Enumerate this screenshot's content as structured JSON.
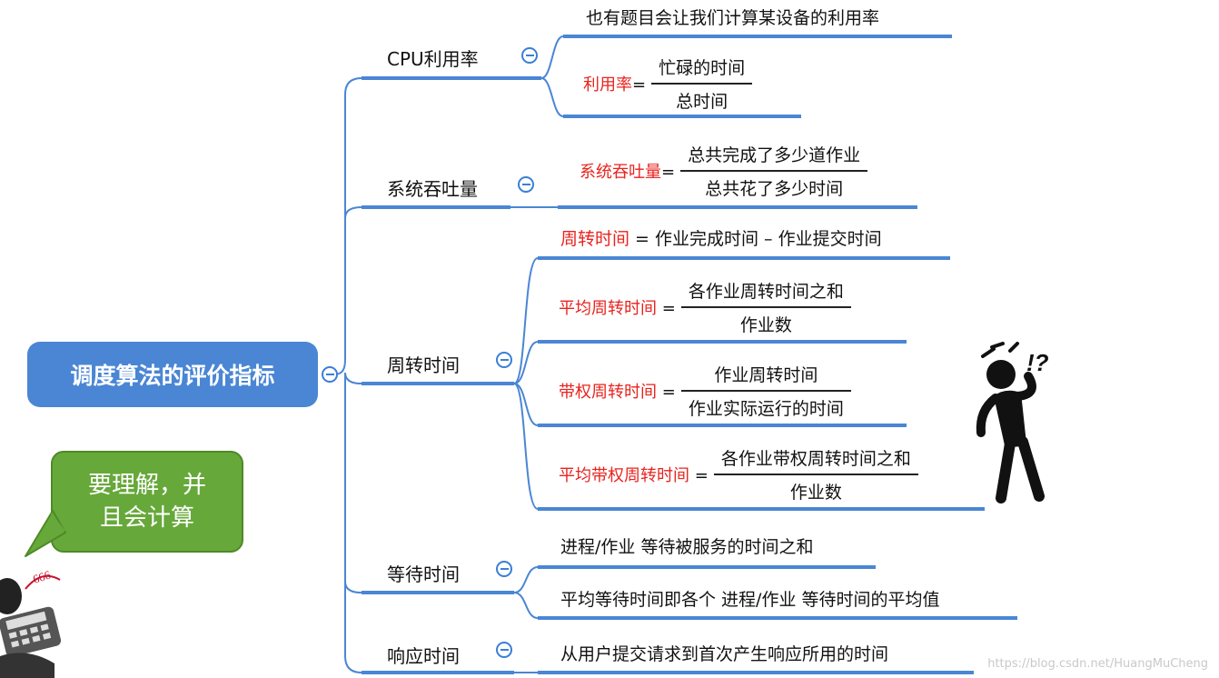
{
  "root": {
    "title": "调度算法的评价指标"
  },
  "branches": [
    {
      "id": "cpu",
      "label": "CPU利用率"
    },
    {
      "id": "throughput",
      "label": "系统吞吐量"
    },
    {
      "id": "turnaround",
      "label": "周转时间"
    },
    {
      "id": "waiting",
      "label": "等待时间"
    },
    {
      "id": "response",
      "label": "响应时间"
    }
  ],
  "cpu": {
    "note": "也有题目会让我们计算某设备的利用率",
    "formula": {
      "label": "利用率",
      "eq": "=",
      "numerator": "忙碌的时间",
      "denominator": "总时间"
    }
  },
  "throughput": {
    "formula": {
      "label": "系统吞吐量",
      "eq": "=",
      "numerator": "总共完成了多少道作业",
      "denominator": "总共花了多少时间"
    }
  },
  "turnaround": {
    "definition": {
      "label": "周转时间",
      "rest": " = 作业完成时间 – 作业提交时间"
    },
    "avg": {
      "label": "平均周转时间",
      "eq": " =",
      "numerator": "各作业周转时间之和",
      "denominator": "作业数"
    },
    "weighted": {
      "label": "带权周转时间",
      "eq": " =",
      "numerator": "作业周转时间",
      "denominator": "作业实际运行的时间"
    },
    "avg_weighted": {
      "label": "平均带权周转时间",
      "eq": " =",
      "numerator": "各作业带权周转时间之和",
      "denominator": "作业数"
    }
  },
  "waiting": {
    "items": [
      "进程/作业 等待被服务的时间之和",
      "平均等待时间即各个 进程/作业 等待时间的平均值"
    ]
  },
  "response": {
    "items": [
      "从用户提交请求到首次产生响应所用的时间"
    ]
  },
  "bubble": {
    "line1": "要理解，并",
    "line2": "且会计算"
  },
  "figure": {
    "exclaim": "!?"
  },
  "watermark": "https://blog.csdn.net/HuangMuCheng",
  "colors": {
    "accent": "#4a86d4",
    "label_red": "#e8231e",
    "bubble_green": "#67a83a"
  }
}
